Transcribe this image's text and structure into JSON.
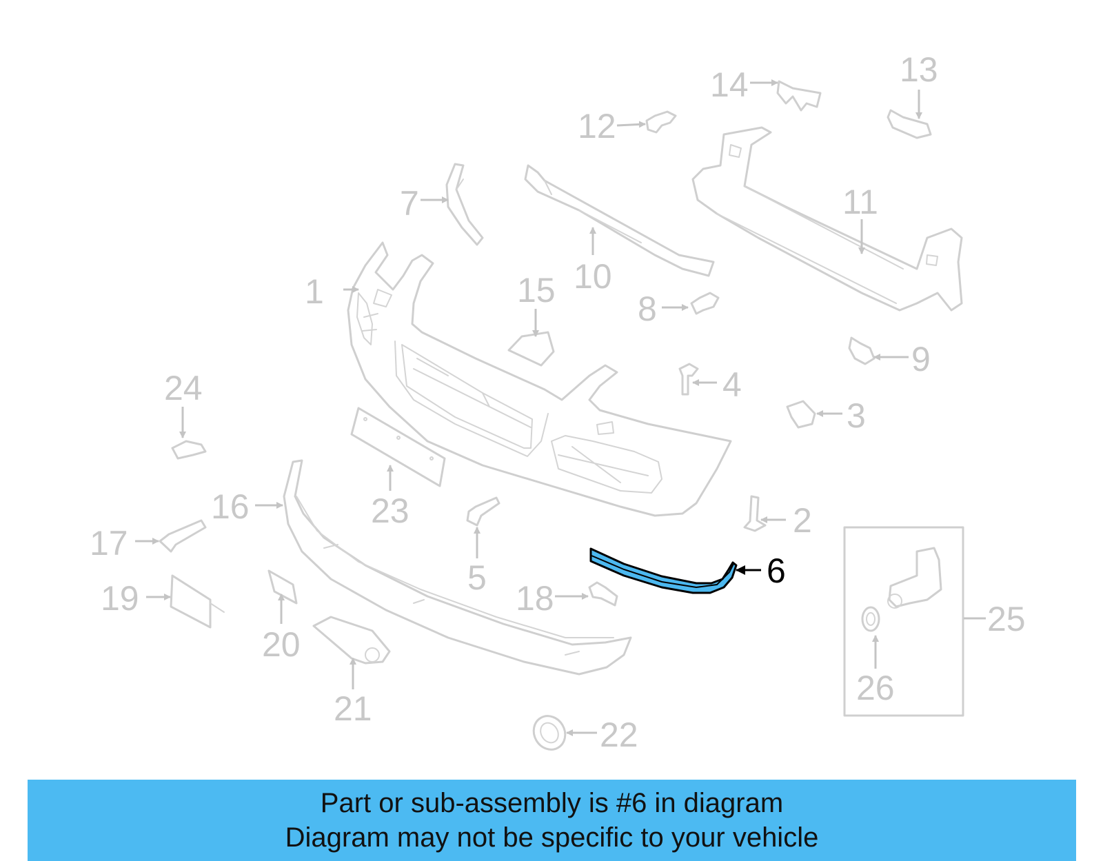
{
  "diagram": {
    "labels": {
      "p1": "1",
      "p2": "2",
      "p3": "3",
      "p4": "4",
      "p5": "5",
      "p6": "6",
      "p7": "7",
      "p8": "8",
      "p9": "9",
      "p10": "10",
      "p11": "11",
      "p12": "12",
      "p13": "13",
      "p14": "14",
      "p15": "15",
      "p16": "16",
      "p17": "17",
      "p18": "18",
      "p19": "19",
      "p20": "20",
      "p21": "21",
      "p22": "22",
      "p23": "23",
      "p24": "24",
      "p25": "25",
      "p26": "26"
    },
    "highlighted_part": "6",
    "highlight_color": "#4cb8ef",
    "inactive_color": "#c8c8c8"
  },
  "banner": {
    "line1": "Part or sub-assembly is #6 in diagram",
    "line2": "Diagram may not be specific to your vehicle",
    "background": "#4cbaf2"
  }
}
